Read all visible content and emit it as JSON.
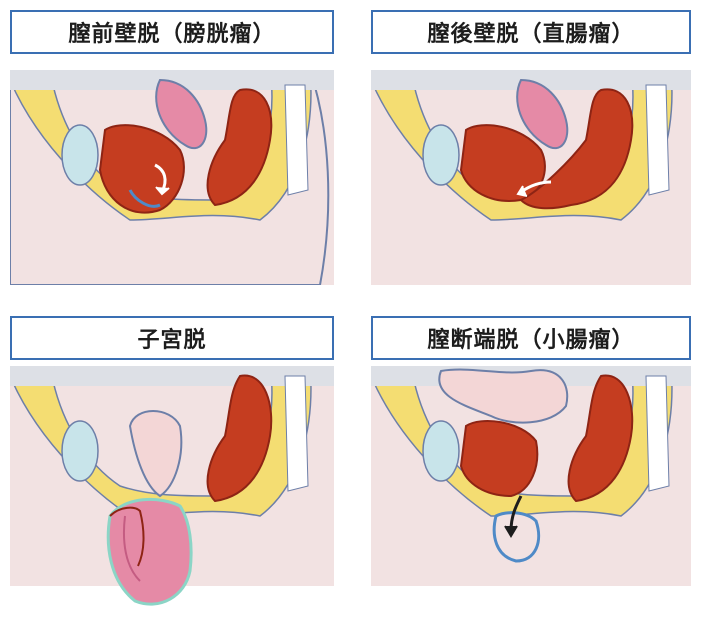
{
  "panels": [
    {
      "label": "膣前壁脱（膀胱瘤）"
    },
    {
      "label": "膣後壁脱（直腸瘤）"
    },
    {
      "label": "子宮脱"
    },
    {
      "label": "膣断端脱（小腸瘤）"
    }
  ],
  "colors": {
    "label_border": "#3a6fb3",
    "skin": "#f2e2e2",
    "skin_outline": "#6d7fa8",
    "fat": "#f4dd72",
    "bone": "#ffffff",
    "bladder": "#c8e4ea",
    "uterus": "#e58aa6",
    "uterus_dark": "#c45c82",
    "organ_red": "#c53d20",
    "organ_red_dark": "#8e2414",
    "mucosa_blue": "#4f8ac7",
    "vaginal_wall": "#8bd5c6"
  }
}
